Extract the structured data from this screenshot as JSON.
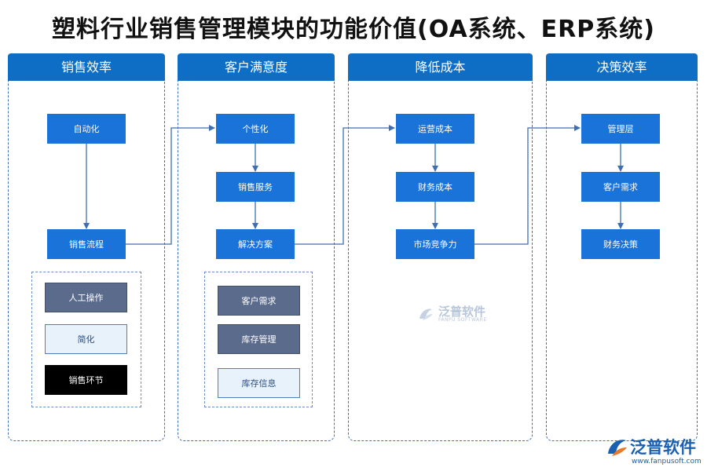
{
  "title": "塑料行业销售管理模块的功能价值(OA系统、ERP系统)",
  "columns": [
    {
      "header": "销售效率",
      "nodes": [
        "自动化",
        "销售流程"
      ],
      "group": [
        "人工操作",
        "简化",
        "销售环节"
      ]
    },
    {
      "header": "客户满意度",
      "nodes": [
        "个性化",
        "销售服务",
        "解决方案"
      ],
      "group": [
        "客户需求",
        "库存管理",
        "库存信息"
      ]
    },
    {
      "header": "降低成本",
      "nodes": [
        "运营成本",
        "财务成本",
        "市场竞争力"
      ]
    },
    {
      "header": "决策效率",
      "nodes": [
        "管理层",
        "客户需求",
        "财务决策"
      ]
    }
  ],
  "watermark": {
    "name": "泛普软件",
    "sub": "FANPU SOFTWARE"
  },
  "brand": {
    "name": "泛普软件",
    "url": "www.fanpusoft.com"
  },
  "colors": {
    "header": "#0e6ec5",
    "node": "#1a73d8",
    "connector": "#3f6fb0"
  }
}
